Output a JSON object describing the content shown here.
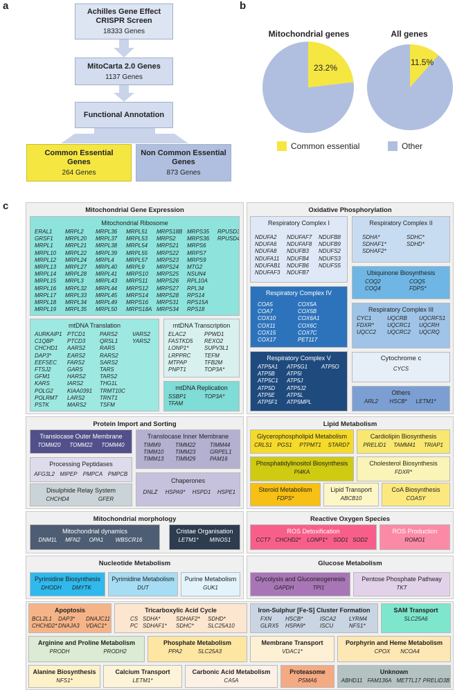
{
  "letters": {
    "a": "a",
    "b": "b",
    "c": "c"
  },
  "flow": {
    "achilles": {
      "title1": "Achilles Gene Effect",
      "title2": "CRISPR Screen",
      "sub": "18333 Genes"
    },
    "mitocarta": {
      "title": "MitoCarta 2.0 Genes",
      "sub": "1137 Genes"
    },
    "functional": {
      "title": "Functional Annotation"
    },
    "common": {
      "title1": "Common Essential",
      "title2": "Genes",
      "sub": "264 Genes"
    },
    "noncommon": {
      "title1": "Non Common Essential",
      "title2": "Genes",
      "sub": "873 Genes"
    }
  },
  "pies": {
    "mito": {
      "title": "Mitochondrial genes",
      "value": 23.2,
      "label": "23.2%"
    },
    "all": {
      "title": "All genes",
      "value": 11.5,
      "label": "11.5%"
    },
    "legend": {
      "common": "Common essential",
      "other": "Other"
    },
    "colors": {
      "common": "#f5e642",
      "other": "#b0bfdf"
    }
  },
  "sections": {
    "mge": {
      "title": "Mitochondrial Gene Expression"
    },
    "oxphos": {
      "title": "Oxidative Phosphorylation"
    },
    "protein": {
      "title": "Protein Import and Sorting"
    },
    "lipid": {
      "title": "Lipid Metabolism"
    },
    "morph": {
      "title": "Mitochondrial morphology"
    },
    "ros": {
      "title": "Reactive Oxygen Species"
    },
    "nucleotide": {
      "title": "Nucleotide Metabolism"
    },
    "glucose": {
      "title": "Glucose Metabolism"
    }
  },
  "boxes": {
    "ribosome": {
      "title": "Mitochondrial Ribosome",
      "genes": [
        "ERAL1",
        "MRPL2",
        "MRPL36",
        "MRPL51",
        "MRPS18B",
        "MRPS35",
        "RPUSD3",
        "GRSF1",
        "MRPL20",
        "MRPL37",
        "MRPL53",
        "MRPS2",
        "MRPS36",
        "RPUSD4",
        "MRPL1",
        "MRPL21",
        "MRPL38",
        "MRPL54",
        "MRPS21",
        "MRPS6",
        "",
        "MRPL10",
        "MRPL22",
        "MRPL39",
        "MRPL55",
        "MRPS22",
        "MRPS7",
        "",
        "MRPL12",
        "MRPL24",
        "MRPL4",
        "MRPL57",
        "MRPS23",
        "MRPS9",
        "",
        "MRPL13",
        "MRPL27",
        "MRPL40",
        "MRPL9",
        "MRPS24",
        "MTG2",
        "",
        "MRPL14",
        "MRPL28",
        "MRPL41",
        "MRPS10",
        "MRPS25",
        "NSUN4",
        "",
        "MRPL15",
        "MRPL3",
        "MRPL43",
        "MRPS11",
        "MRPS26",
        "RPL10A",
        "",
        "MRPL16",
        "MRPL32",
        "MRPL44",
        "MRPS12",
        "MRPS27",
        "RPL34",
        "",
        "MRPL17",
        "MRPL33",
        "MRPL45",
        "MRPS14",
        "MRPS28",
        "RPS14",
        "",
        "MRPL18",
        "MRPL34",
        "MRPL49",
        "MRPS16",
        "MRPS31",
        "RPS15A",
        "",
        "MRPL19",
        "MRPL35",
        "MRPL50",
        "MRPS18A",
        "MRPS34",
        "RPS18",
        ""
      ]
    },
    "mtdnatrans": {
      "title": "mtDNA Translation",
      "genes": [
        "AURKAIP1",
        "PTCD1",
        "PARS2",
        "VARS2",
        "C1QBP",
        "PTCD3",
        "QRSL1",
        "YARS2",
        "CHCHD1",
        "AARS2",
        "RARS",
        "",
        "DAP3*",
        "EARS2",
        "RARS2",
        "",
        "EEFSEC",
        "FARS2",
        "SARS2",
        "",
        "FTSJ2",
        "GARS",
        "TARS",
        "",
        "GFM1",
        "HARS2",
        "TARS2",
        "",
        "KARS",
        "IARS2",
        "THG1L",
        "",
        "POLG2",
        "KIAA0391",
        "TRMT10C",
        "",
        "POLRMT",
        "LARS2",
        "TRNT1",
        "",
        "PSTK",
        "MARS2",
        "TSFM",
        ""
      ]
    },
    "mtdnatranscr": {
      "title": "mtDNA Transcription",
      "genes": [
        "ELAC2",
        "PPWD1",
        "FASTKD5",
        "REXO2",
        "LONP1*",
        "SUPV3L1",
        "LRPPRC",
        "TEFM",
        "MTPAP",
        "TFB2M",
        "PNPT1",
        "TOP3A*"
      ]
    },
    "mtdnarep": {
      "title": "mtDNA Replication",
      "genes": [
        "SSBP1",
        "TOP3A*",
        "TFAM",
        ""
      ]
    },
    "rc1": {
      "title": "Respiratory Complex I",
      "genes": [
        "NDUFA2",
        "NDUFAF7",
        "NDUFB8",
        "NDUFA6",
        "NDUFAF8",
        "NDUFB9",
        "NDUFA8",
        "NDUFB3",
        "NDUFS2",
        "NDUFA11",
        "NDUFB4",
        "NDUFS3",
        "NDUFAB1",
        "NDUFB6",
        "NDUFS5",
        "NDUFAF3",
        "NDUFB7",
        ""
      ]
    },
    "rc2": {
      "title": "Respiratory Complex II",
      "genes": [
        "SDHA*",
        "SDHC*",
        "SDHAF1*",
        "SDHD*",
        "SDHAF2*",
        ""
      ]
    },
    "ubi": {
      "title": "Ubiquinone Biosynthesis",
      "genes": [
        "COQ2",
        "COQ5",
        "COQ4",
        "FDPS*"
      ]
    },
    "rc4": {
      "title": "Respiratory Complex IV",
      "genes": [
        "COA5",
        "COX5A",
        "COA7",
        "COX5B",
        "COX10",
        "COX6A1",
        "COX11",
        "COX6C",
        "COX15",
        "COX7C",
        "COX17",
        "PET117"
      ]
    },
    "rc3": {
      "title": "Respiratory Complex III",
      "genes": [
        "CYC1",
        "UQCRB",
        "UQCRFS1",
        "FDXR*",
        "UQCRC1",
        "UQCRH",
        "UQCC2",
        "UQCRC2",
        "UQCRQ"
      ]
    },
    "cytc": {
      "title": "Cytochrome c",
      "genes": [
        "CYCS"
      ]
    },
    "rc5": {
      "title": "Respiratory Complex V",
      "genes": [
        "ATP5A1",
        "ATP5G1",
        "ATP5O",
        "ATP5B",
        "ATP5I",
        "",
        "ATP5C1",
        "ATP5J",
        "",
        "ATP5D",
        "ATP5J2",
        "",
        "ATP5E",
        "ATP5L",
        "",
        "ATP5F1",
        "ATP5MPL",
        ""
      ]
    },
    "others": {
      "title": "Others",
      "genes": [
        "ARL2",
        "HSCB*",
        "LETM1*"
      ]
    },
    "tom": {
      "title": "Translocase Outer Membrane",
      "genes": [
        "TOMM20",
        "TOMM22",
        "TOMM40"
      ]
    },
    "tim": {
      "title": "Translocase Inner Membrane",
      "genes": [
        "TIMM9",
        "TIMM22",
        "TIMM44",
        "TIMM10",
        "TIMM23",
        "GRPEL1",
        "TIMM13",
        "TIMM29",
        "PAM16"
      ]
    },
    "pp": {
      "title": "Processing Peptidases",
      "genes": [
        "AFG3L2",
        "MIPEP",
        "PMPCA",
        "PMPCB"
      ]
    },
    "drs": {
      "title": "Disulphide Relay System",
      "genes": [
        "CHCHD4",
        "GFER"
      ]
    },
    "chap": {
      "title": "Chaperones",
      "genes": [
        "DNLZ",
        "HSPA9*",
        "HSPD1",
        "HSPE1"
      ]
    },
    "gpl": {
      "title": "Glycerophospholipid Metabolism",
      "genes": [
        "CRLS1",
        "PGS1",
        "PTPMT1",
        "STARD7"
      ]
    },
    "cardio": {
      "title": "Cardiolipin Biosynthesis",
      "genes": [
        "PRELID1",
        "TAMM41",
        "TRIAP1"
      ]
    },
    "pi": {
      "title": "Phosphatidylinositol Biosynthesis",
      "genes": [
        "PI4KA"
      ]
    },
    "chol": {
      "title": "Cholesterol Biosynthesis",
      "genes": [
        "FDXR*"
      ]
    },
    "ster": {
      "title": "Steroid Metabolism",
      "genes": [
        "FDPS*"
      ]
    },
    "lt": {
      "title": "Lipid Transport",
      "genes": [
        "ABCB10"
      ]
    },
    "coa": {
      "title": "CoA Biosynthesis",
      "genes": [
        "COASY"
      ]
    },
    "dyn": {
      "title": "Mitochondrial dynamics",
      "genes": [
        "DNM1L",
        "MFN2",
        "OPA1",
        "WBSCR16"
      ]
    },
    "cris": {
      "title": "Cristae Organisation",
      "genes": [
        "LETM1*",
        "MINOS1"
      ]
    },
    "rosd": {
      "title": "ROS Detoxification",
      "genes": [
        "CCT7",
        "CHCHD2*",
        "LONP1*",
        "SOD1",
        "SOD2"
      ]
    },
    "rosp": {
      "title": "ROS Production",
      "genes": [
        "ROMO1"
      ]
    },
    "pyrb": {
      "title": "Pyrimidine Biosynthesis",
      "genes": [
        "DHODH",
        "DMYTK"
      ]
    },
    "pyrm": {
      "title": "Pyrimidine Metabolism",
      "genes": [
        "DUT"
      ]
    },
    "pur": {
      "title": "Purine Metabolism",
      "genes": [
        "GUK1"
      ]
    },
    "glyc": {
      "title": "Glycolysis and Gluconeogenesis",
      "genes": [
        "GAPDH",
        "TPI1"
      ]
    },
    "ppp": {
      "title": "Pentose Phosphate Pathway",
      "genes": [
        "TKT"
      ]
    },
    "apop": {
      "title": "Apoptosis",
      "genes": [
        "BCL2L1",
        "DAP3*",
        "DNAJC11",
        "CHCHD2*",
        "DNAJA3",
        "VDAC1*"
      ]
    },
    "tca": {
      "title": "Tricarboxylic Acid Cycle",
      "genes": [
        "CS",
        "SDHA*",
        "SDHAF2*",
        "SDHD*",
        "PC",
        "SDHAF1*",
        "SDHC*",
        "SLC25A10"
      ]
    },
    "fes": {
      "title": "Iron-Sulphur [Fe-S] Cluster Formation",
      "genes": [
        "FXN",
        "HSCB*",
        "ISCA2",
        "LYRM4",
        "GLRX5",
        "HSPA9*",
        "ISCU",
        "NFS1*"
      ]
    },
    "sam": {
      "title": "SAM Transport",
      "genes": [
        "SLC25A6"
      ]
    },
    "argpro": {
      "title": "Arginine and Proline Metabolism",
      "genes": [
        "PRODH",
        "PRODH2"
      ]
    },
    "phos": {
      "title": "Phosphate Metabolism",
      "genes": [
        "PPA2",
        "SLC25A3"
      ]
    },
    "memt": {
      "title": "Membrane Transport",
      "genes": [
        "VDAC1*"
      ]
    },
    "porph": {
      "title": "Porphyrin and Heme Metabolism",
      "genes": [
        "CPOX",
        "NCOA4"
      ]
    },
    "ala": {
      "title": "Alanine Biosynthesis",
      "genes": [
        "NFS1*"
      ]
    },
    "calc": {
      "title": "Calcium Transport",
      "genes": [
        "LETM1*"
      ]
    },
    "carb": {
      "title": "Carbonic Acid Metabolism",
      "genes": [
        "CA5A"
      ]
    },
    "prot": {
      "title": "Proteasome",
      "genes": [
        "PSMA6"
      ]
    },
    "unk": {
      "title": "Unknown",
      "genes": [
        "ABHD11",
        "FAM136A",
        "METTL17",
        "PRELID3B"
      ]
    }
  }
}
